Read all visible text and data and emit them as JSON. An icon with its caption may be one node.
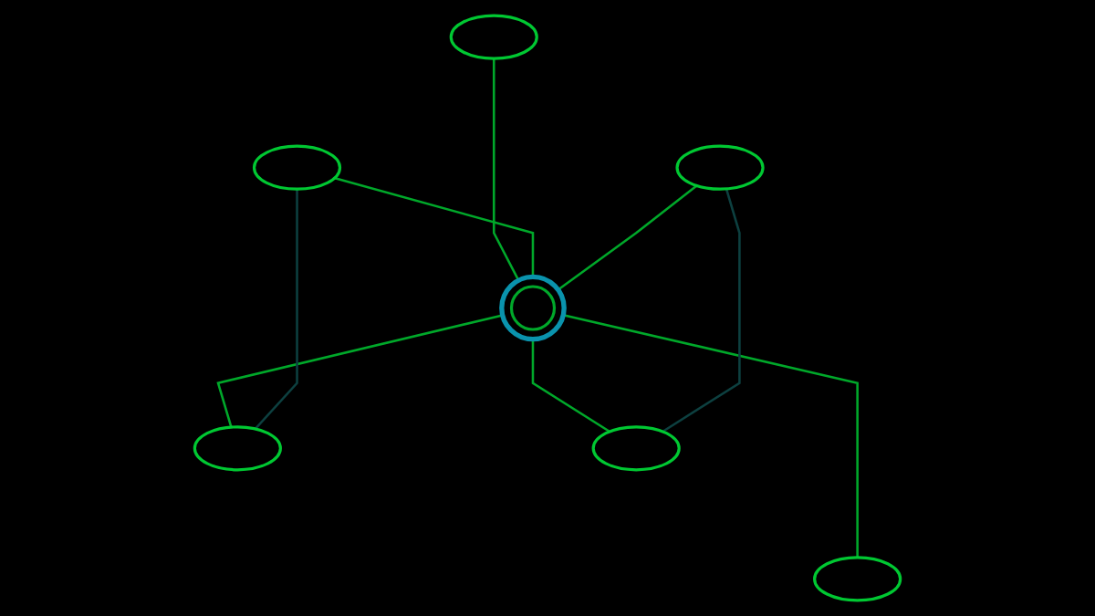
{
  "diagram": {
    "nodes": [
      {
        "text": [],
        "shape": "ellipse"
      },
      {
        "text": [],
        "shape": "ellipse"
      },
      {
        "text": [],
        "shape": "ellipse"
      },
      {
        "text": [],
        "shape": "circle"
      },
      {
        "text": [],
        "shape": "ellipse"
      },
      {
        "text": [],
        "shape": "ellipse"
      },
      {
        "text": [],
        "shape": "ellipse"
      }
    ],
    "edges": [
      {
        "from": 0,
        "to": 3,
        "arrow": "none"
      },
      {
        "from": 1,
        "to": 3,
        "arrow": "none"
      },
      {
        "from": 2,
        "to": 3,
        "arrow": "none"
      },
      {
        "from": 3,
        "to": 4,
        "arrow": "none"
      },
      {
        "from": 3,
        "to": 5,
        "arrow": "none"
      },
      {
        "from": 3,
        "to": 6,
        "arrow": "none"
      },
      {
        "from": 1,
        "to": 4,
        "arrow": "none",
        "color": "#0d4040"
      },
      {
        "from": 2,
        "to": 5,
        "arrow": "none",
        "color": "#0d4040"
      }
    ]
  }
}
